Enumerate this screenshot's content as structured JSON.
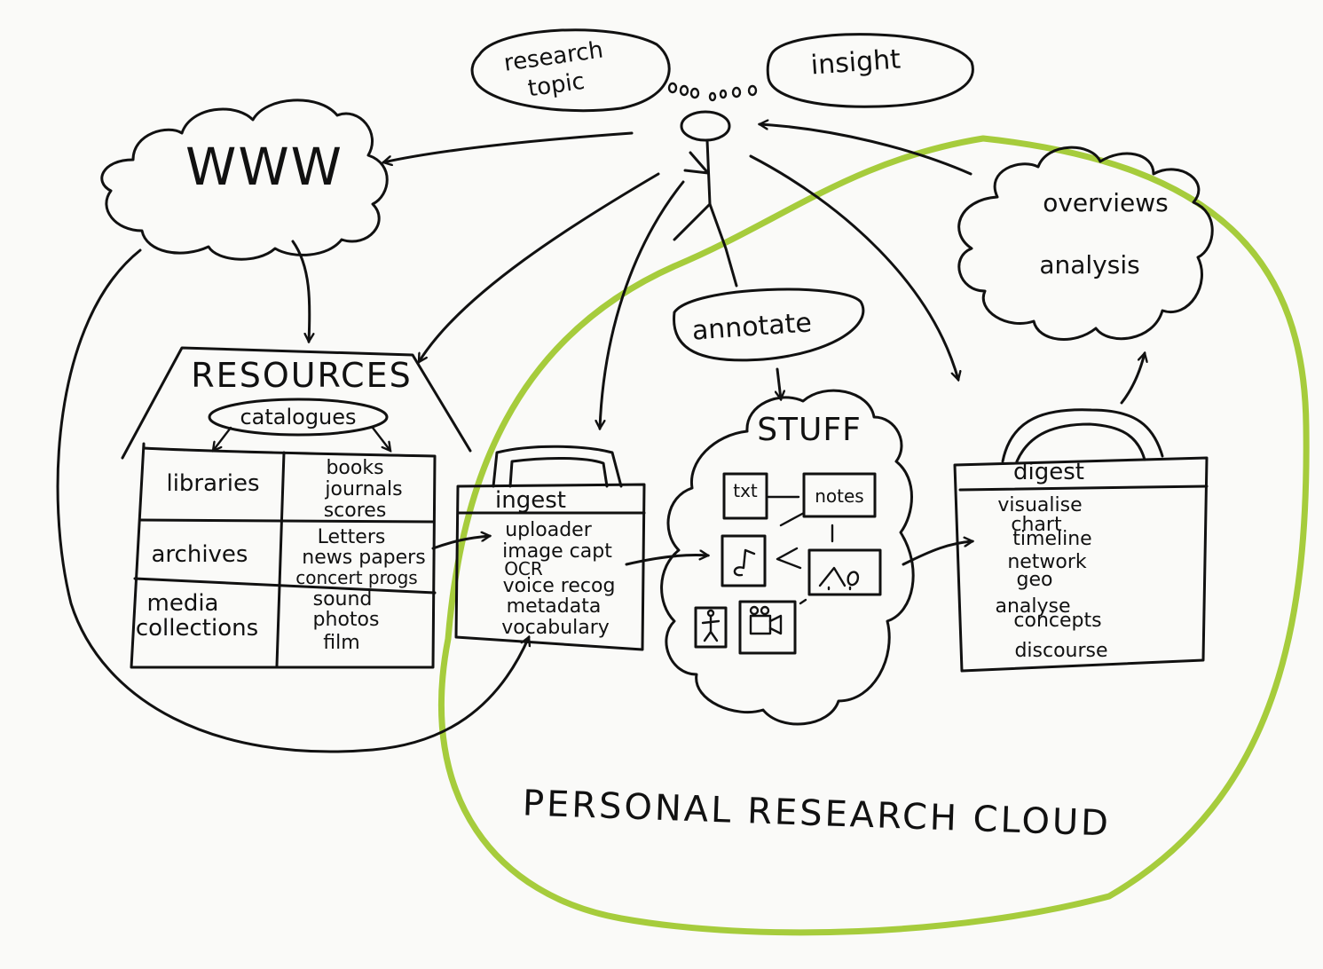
{
  "bubbles": {
    "research_topic": [
      "research",
      "topic"
    ],
    "insight": "insight"
  },
  "www": "WWW",
  "resources": {
    "title": "RESOURCES",
    "catalogues": "catalogues",
    "rows": [
      {
        "label": [
          "libraries"
        ],
        "items": [
          "books",
          "journals",
          "scores"
        ]
      },
      {
        "label": [
          "archives"
        ],
        "items": [
          "Letters",
          "news papers",
          "concert progs"
        ]
      },
      {
        "label": [
          "media",
          "collections"
        ],
        "items": [
          "sound",
          "photos",
          "film"
        ]
      }
    ]
  },
  "ingest": {
    "title": "ingest",
    "items": [
      "uploader",
      "image capt",
      "OCR",
      "voice recog",
      "metadata",
      "vocabulary"
    ]
  },
  "annotate": "annotate",
  "stuff": {
    "title": "STUFF",
    "boxes": [
      "txt",
      "notes"
    ]
  },
  "digest": {
    "title": "digest",
    "items": [
      "visualise",
      "chart",
      "timeline",
      "network",
      "geo",
      "analyse",
      "concepts",
      "discourse"
    ]
  },
  "overviews": [
    "overviews",
    "analysis"
  ],
  "footer": "PERSONAL RESEARCH CLOUD",
  "colors": {
    "ink": "#111111",
    "cloud_outline": "#a6cc3c",
    "paper": "#fafaf8"
  }
}
